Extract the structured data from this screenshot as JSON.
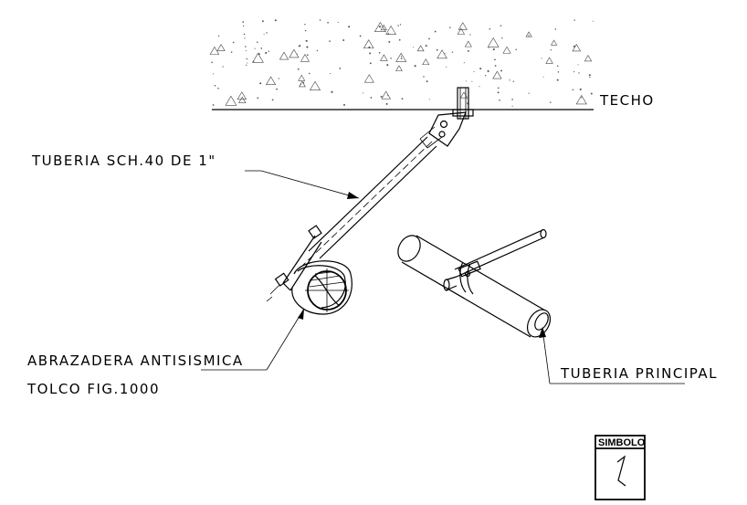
{
  "labels": {
    "ceiling": "TECHO",
    "branch_pipe": "TUBERIA SCH.40 DE 1\"",
    "clamp_line1": "ABRAZADERA ANTISISMICA",
    "clamp_line2": "TOLCO FIG.1000",
    "main_pipe": "TUBERIA PRINCIPAL",
    "symbol_title": "SIMBOLO"
  },
  "icons": {
    "symbol": "brace-symbol-icon"
  }
}
